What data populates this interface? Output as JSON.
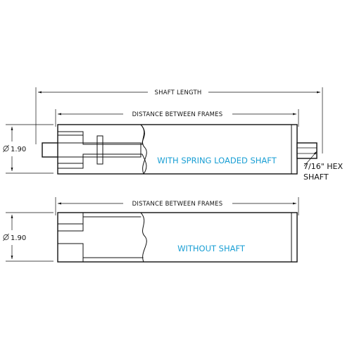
{
  "roller_with_shaft": {
    "shaft_length_label": "SHAFT LENGTH",
    "between_frames_label": "DISTANCE BETWEEN FRAMES",
    "diameter_label": "1.90",
    "note": "WITH SPRING LOADED SHAFT",
    "callout_line1": "7/16\" HEX",
    "callout_line2": "SHAFT"
  },
  "roller_without_shaft": {
    "between_frames_label": "DISTANCE BETWEEN FRAMES",
    "diameter_label": "1.90",
    "note": "WITHOUT SHAFT"
  },
  "colors": {
    "note_color": "#1a9fd4",
    "line_color": "#111111"
  }
}
